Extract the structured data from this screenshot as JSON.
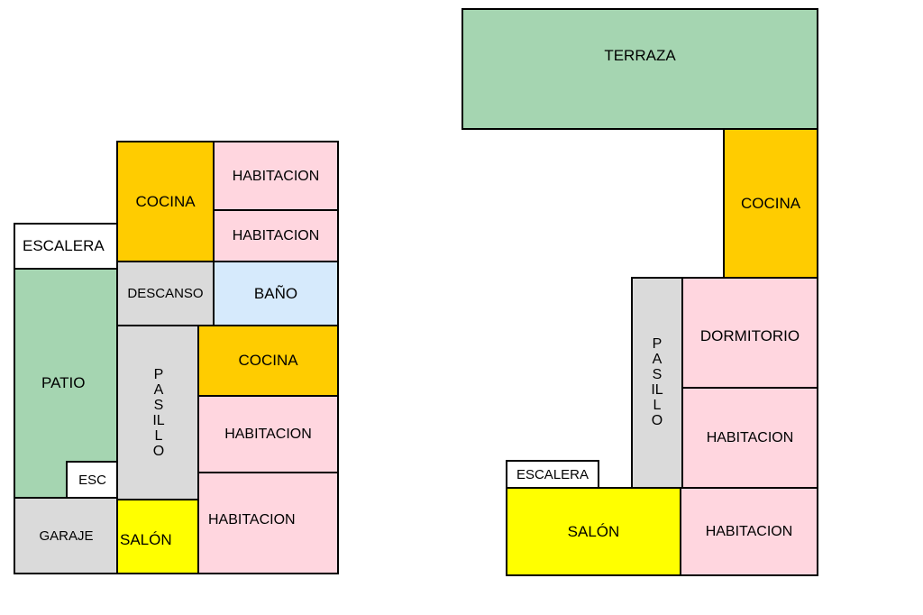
{
  "colors": {
    "patio": "#a5d5b1",
    "kitchen": "#ffcc00",
    "bedroom": "#ffd6df",
    "bath": "#d6eafc",
    "service": "#dadada",
    "living": "#ffff00",
    "stairs": "#ffffff"
  },
  "plan_left": {
    "escalera": "ESCALERA",
    "patio": "PATIO",
    "esc": "ESC",
    "garaje": "GARAJE",
    "cocina_top": "COCINA",
    "habitacion_1": "HABITACION",
    "habitacion_2": "HABITACION",
    "descanso": "DESCANSO",
    "bano": "BAÑO",
    "pasillo": "PASILLO",
    "cocina_mid": "COCINA",
    "habitacion_3": "HABITACION",
    "salon": "SALÓN",
    "habitacion_4": "HABITACION"
  },
  "plan_right": {
    "terraza": "TERRAZA",
    "cocina": "COCINA",
    "pasillo": "PASILLO",
    "dormitorio": "DORMITORIO",
    "habitacion_1": "HABITACION",
    "escalera": "ESCALERA",
    "salon": "SALÓN",
    "habitacion_2": "HABITACION"
  }
}
